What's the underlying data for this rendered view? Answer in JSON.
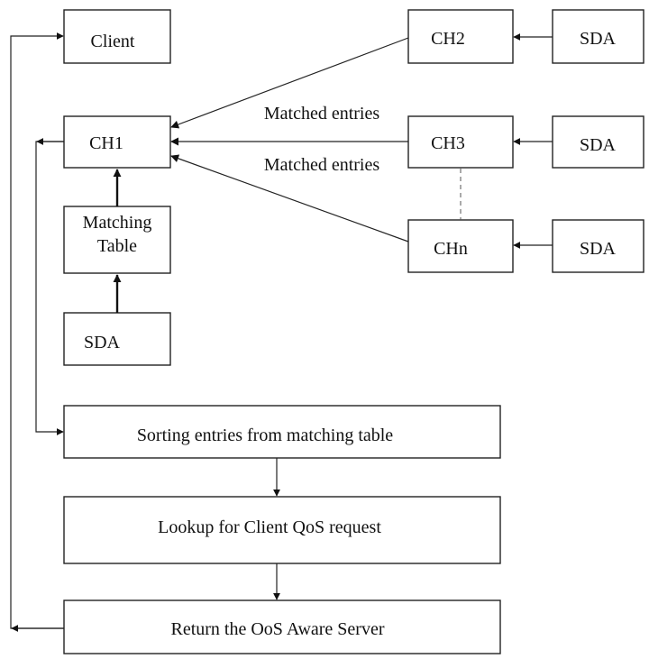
{
  "nodes": {
    "client": "Client",
    "ch1": "CH1",
    "ch2": "CH2",
    "ch3": "CH3",
    "chn": "CHn",
    "sda_ch2": "SDA",
    "sda_ch3": "SDA",
    "sda_chn": "SDA",
    "sda_matching": "SDA",
    "matching_table_line1": "Matching",
    "matching_table_line2": "Table",
    "sorting": "Sorting entries from matching table",
    "lookup": "Lookup for Client QoS request",
    "return_server": "Return the OoS Aware Server"
  },
  "edge_labels": {
    "matched_entries_upper": "Matched entries",
    "matched_entries_lower": "Matched entries"
  }
}
